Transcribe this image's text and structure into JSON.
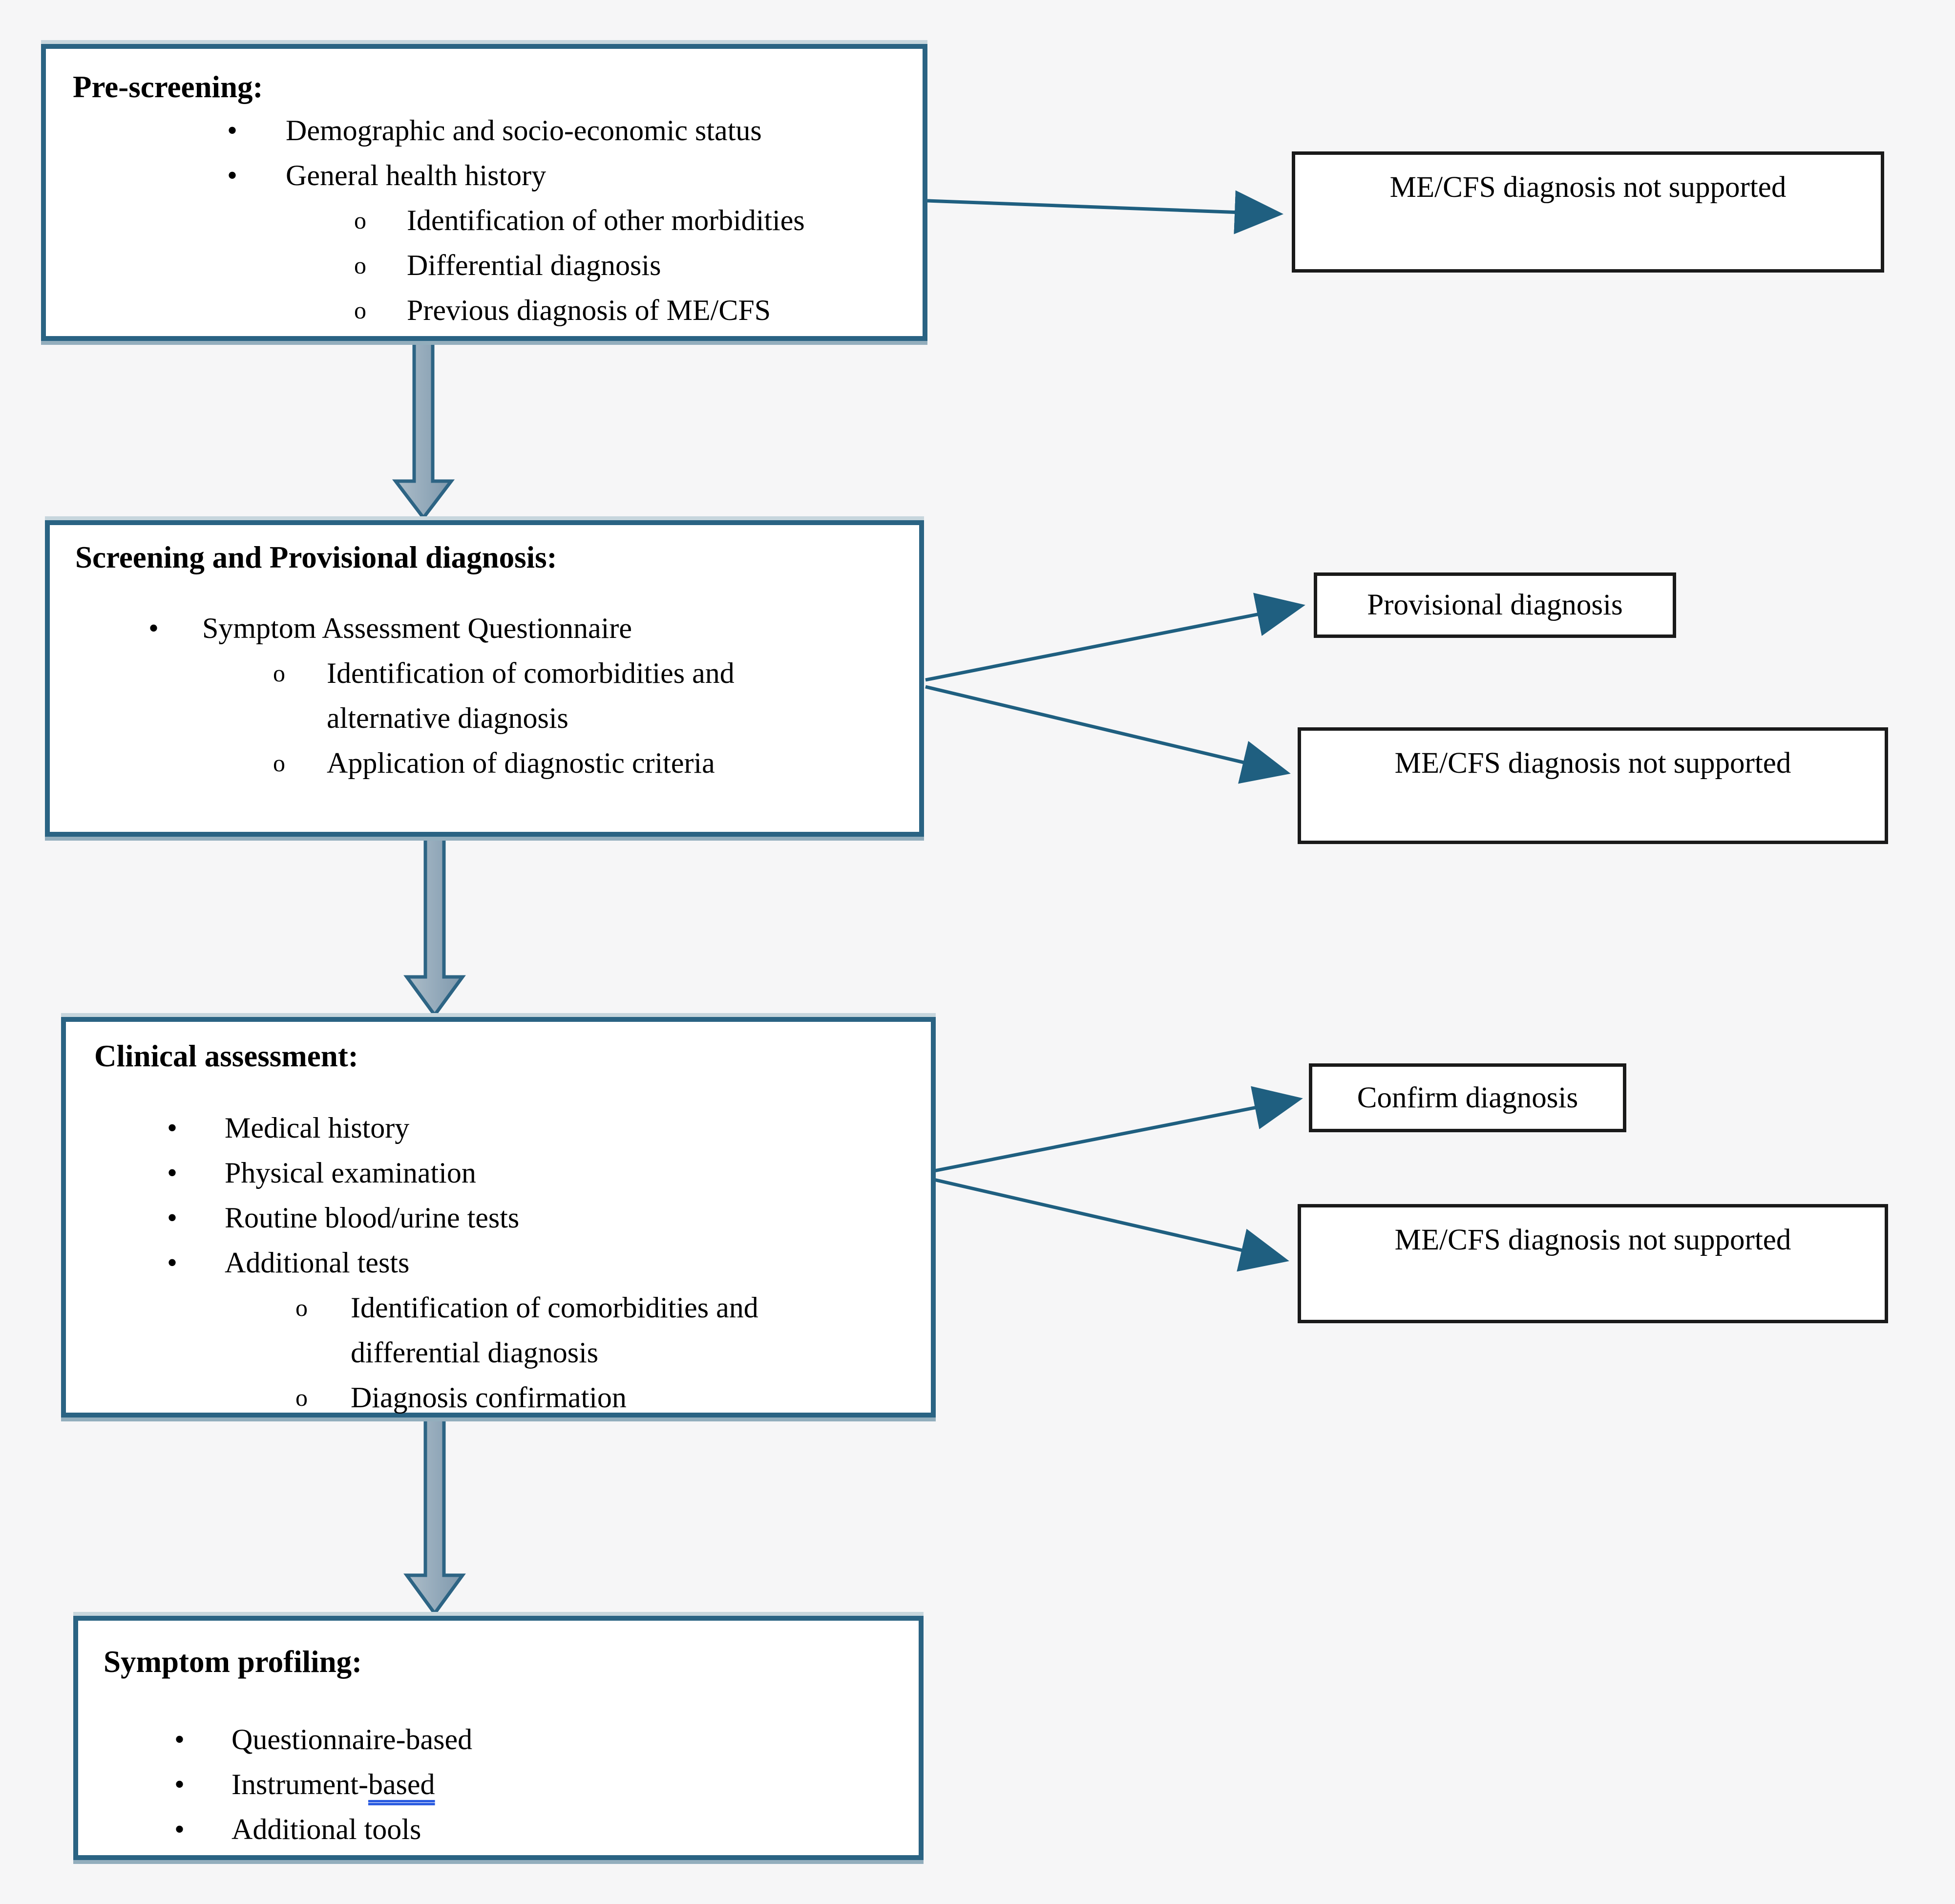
{
  "colors": {
    "background": "#f6f6f7",
    "flow_box_border": "#2a6383",
    "outcome_box_border": "#1a1a1a",
    "thin_arrow": "#1f5f80",
    "thick_arrow_fill_light": "#aebec9",
    "thick_arrow_fill_dark": "#7f98ac",
    "thick_arrow_outline": "#2d6484",
    "link_underline": "#2b5ce0"
  },
  "markers": {
    "level1": "•",
    "level2": "o"
  },
  "boxes": {
    "prescreening": {
      "title": "Pre-screening:",
      "b1": "Demographic and socio-economic status",
      "b2": "General health history",
      "s1": "Identification of other morbidities",
      "s2": "Differential diagnosis",
      "s3": "Previous diagnosis of ME/CFS"
    },
    "screening": {
      "title": "Screening and Provisional diagnosis:",
      "b1": "Symptom Assessment Questionnaire",
      "s1": "Identification of comorbidities and alternative diagnosis",
      "s2": "Application of diagnostic criteria"
    },
    "clinical": {
      "title": "Clinical assessment:",
      "b1": "Medical history",
      "b2": "Physical examination",
      "b3": "Routine blood/urine tests",
      "b4": "Additional tests",
      "s1": "Identification of comorbidities and differential diagnosis",
      "s2": "Diagnosis confirmation"
    },
    "symptom": {
      "title": "Symptom profiling:",
      "b1": "Questionnaire-based",
      "b2_prefix": "Instrument-",
      "b2_link": "based",
      "b3": "Additional tools"
    }
  },
  "outcomes": {
    "not_supported_1": "ME/CFS diagnosis not supported",
    "provisional": "Provisional diagnosis",
    "not_supported_2": "ME/CFS diagnosis not supported",
    "confirm": "Confirm diagnosis",
    "not_supported_3": "ME/CFS diagnosis not supported"
  }
}
